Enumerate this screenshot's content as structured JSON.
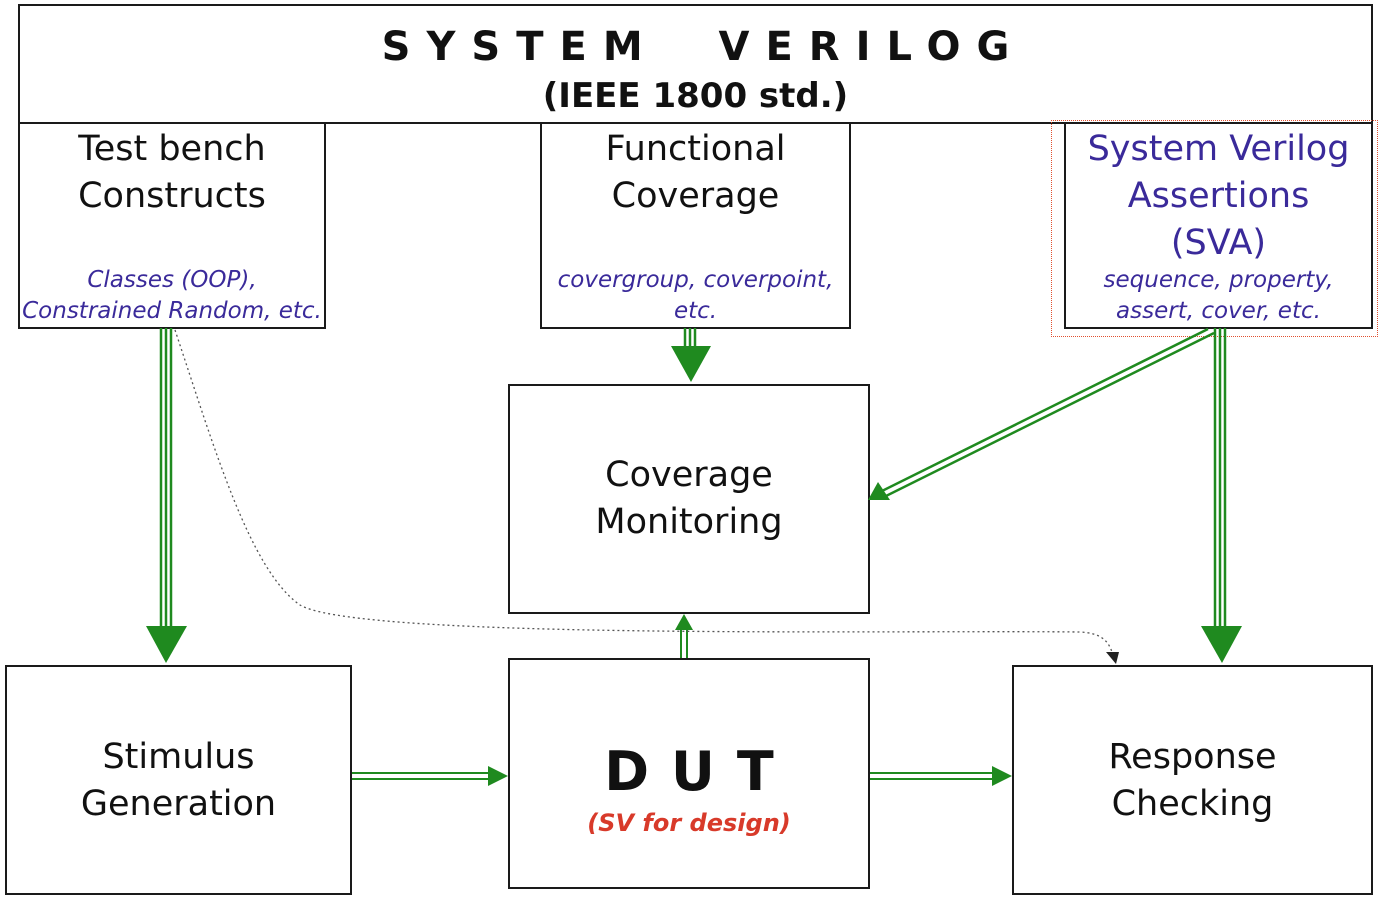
{
  "header": {
    "line1": "SYSTEM  VERILOG",
    "line2": "(IEEE 1800 std.)"
  },
  "testbench": {
    "title1": "Test bench",
    "title2": "Constructs",
    "sub1": "Classes (OOP),",
    "sub2": "Constrained Random, etc."
  },
  "coverage": {
    "title1": "Functional",
    "title2": "Coverage",
    "sub1": "covergroup, coverpoint,",
    "sub2": "etc."
  },
  "sva": {
    "title1": "System Verilog",
    "title2": "Assertions",
    "title3": "(SVA)",
    "sub1": "sequence, property,",
    "sub2": "assert, cover, etc."
  },
  "monitor": {
    "line1": "Coverage",
    "line2": "Monitoring"
  },
  "stimulus": {
    "line1": "Stimulus",
    "line2": "Generation"
  },
  "dut": {
    "title": "DUT",
    "sub": "(SV for design)"
  },
  "response": {
    "line1": "Response",
    "line2": "Checking"
  },
  "colors": {
    "arrow": "#1f8a1f",
    "sva_text": "#3a2a9a",
    "dut_sub": "#d83a2a",
    "highlight": "#e05030",
    "dotted": "#555555"
  }
}
